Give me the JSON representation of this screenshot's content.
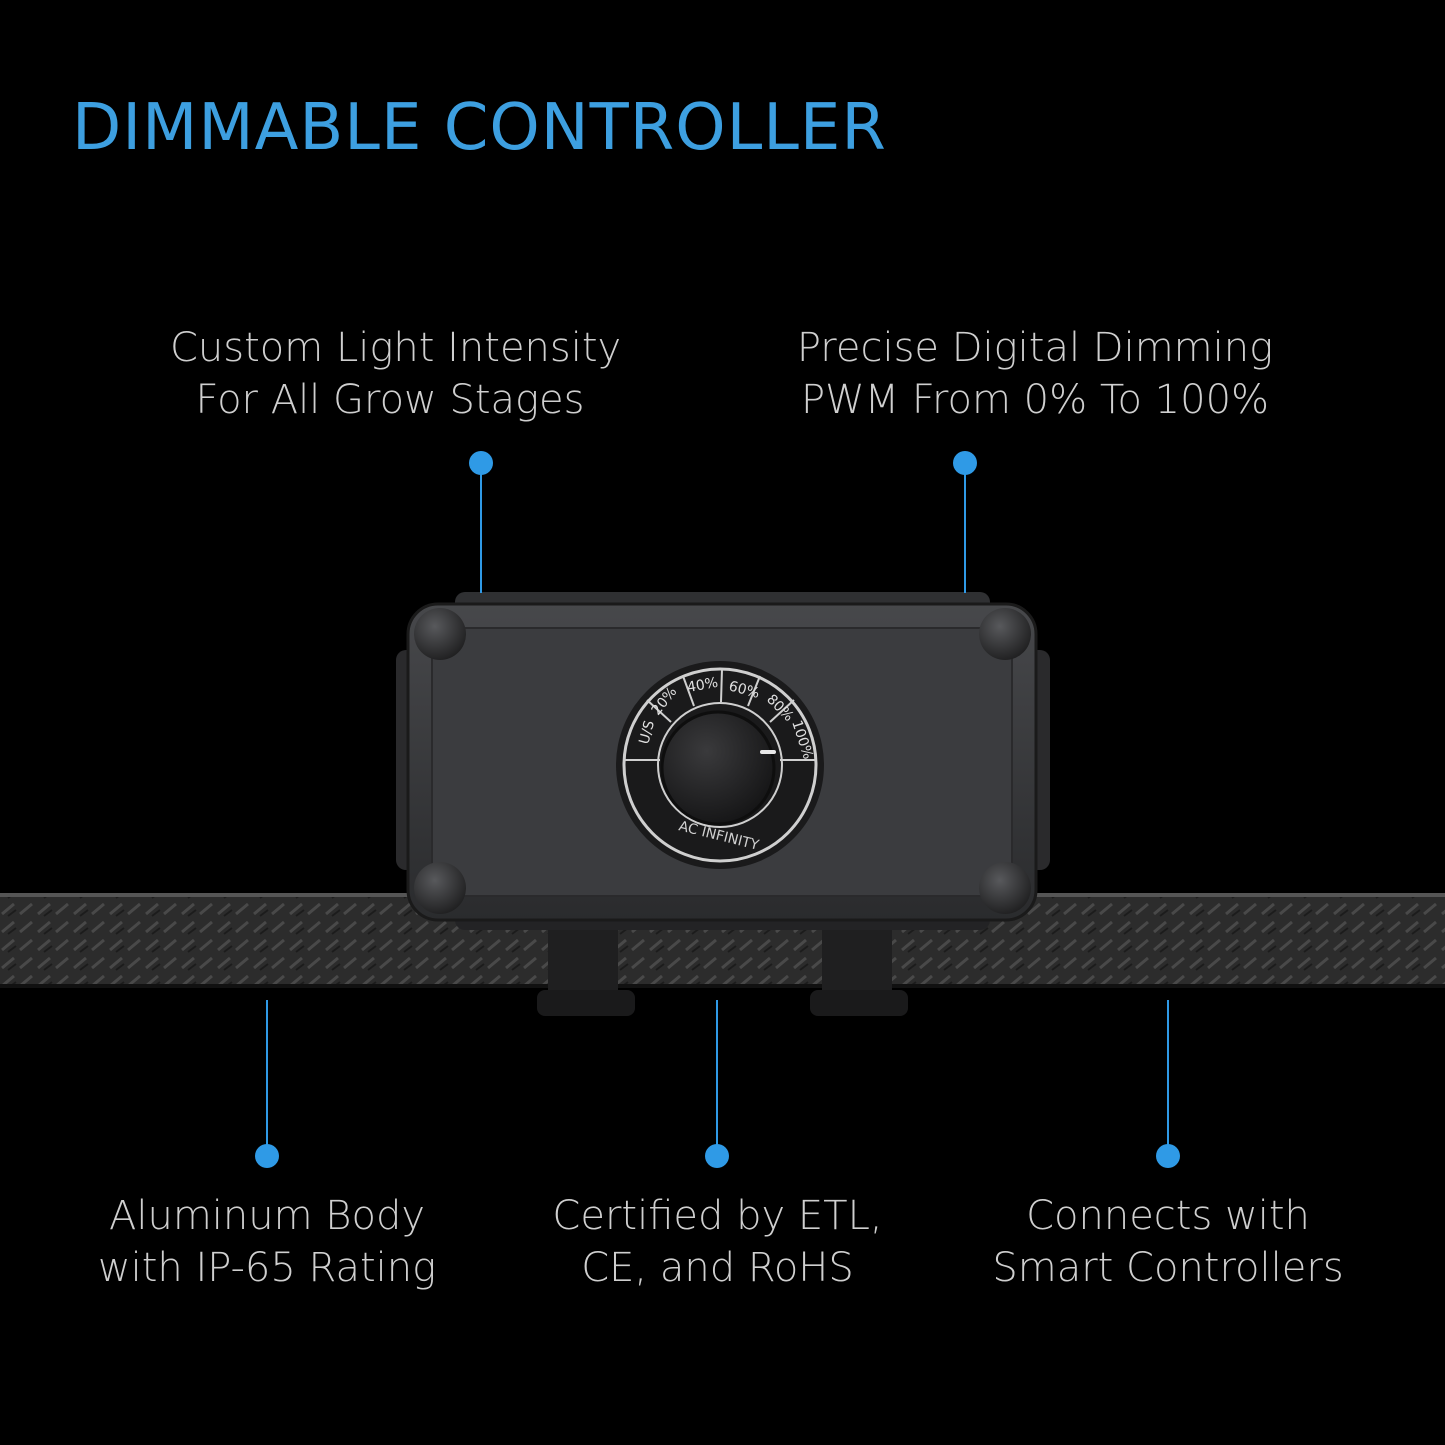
{
  "title": "DIMMABLE CONTROLLER",
  "accent_color": "#3d9fe0",
  "features": {
    "top_left": {
      "line1": "Custom Light Intensity",
      "line2": "For All Grow Stages"
    },
    "top_right": {
      "line1": "Precise Digital Dimming",
      "line2": "PWM From 0% To 100%"
    },
    "bottom_left": {
      "line1": "Aluminum Body",
      "line2": "with IP-65 Rating"
    },
    "bottom_center": {
      "line1": "Certified by ETL,",
      "line2": "CE, and RoHS"
    },
    "bottom_right": {
      "line1": "Connects with",
      "line2": "Smart Controllers"
    }
  },
  "dial": {
    "labels": [
      "U/S",
      "20%",
      "40%",
      "60%",
      "80%",
      "100%"
    ],
    "brand": "AC INFINITY"
  }
}
